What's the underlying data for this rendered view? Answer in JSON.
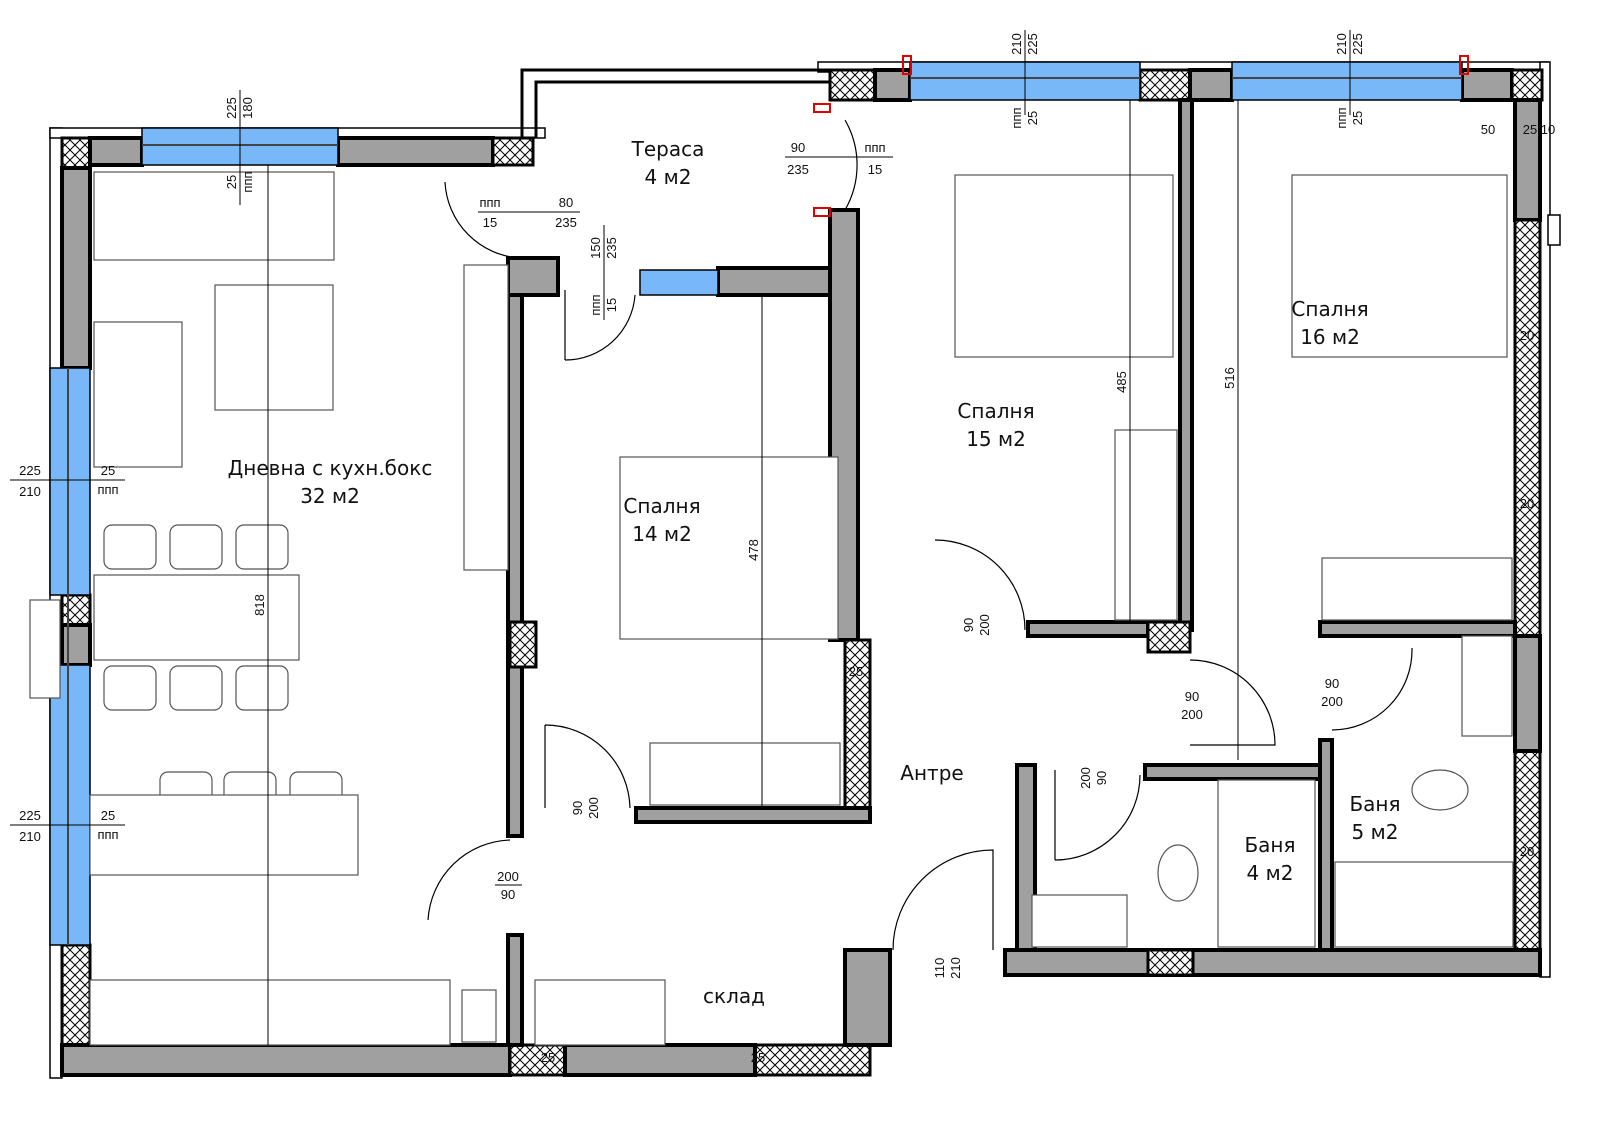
{
  "rooms": [
    {
      "name": "Дневна с кухн.бокс",
      "area": "32 м2"
    },
    {
      "name": "Тераса",
      "area": "4 м2"
    },
    {
      "name": "Спалня",
      "area": "14 м2"
    },
    {
      "name": "Спалня",
      "area": "15 м2"
    },
    {
      "name": "Спалня",
      "area": "16 м2"
    },
    {
      "name": "Антре",
      "area": ""
    },
    {
      "name": "Баня",
      "area": "4 м2"
    },
    {
      "name": "Баня",
      "area": "5 м2"
    },
    {
      "name": "склад",
      "area": ""
    }
  ],
  "dimensions": {
    "living_window": {
      "top": "180",
      "bottom": "225",
      "sill_label": "ппп",
      "sill": "25"
    },
    "terrace_door_left": {
      "a": "ппп",
      "b": "80",
      "c": "15",
      "d": "235"
    },
    "terrace_door_right": {
      "a": "90",
      "b": "ппп",
      "c": "235",
      "d": "15"
    },
    "bedroom14_window": {
      "a": "150",
      "b": "235",
      "c": "ппп",
      "d": "15"
    },
    "bedroom15_window": {
      "a": "210",
      "b": "225",
      "c": "ппп",
      "d": "25"
    },
    "bedroom16_window": {
      "a": "210",
      "b": "225",
      "c": "ппп",
      "d": "25"
    },
    "left_window_1": {
      "a": "225",
      "b": "210",
      "c": "25",
      "d": "ппп"
    },
    "left_window_2": {
      "a": "225",
      "b": "210",
      "c": "25",
      "d": "ппп"
    },
    "living_length": "818",
    "bedroom14_length": "478",
    "bedroom15_length": "485",
    "bedroom16_length": "516",
    "door_bedroom14": {
      "a": "90",
      "b": "200"
    },
    "door_living": {
      "a": "200",
      "b": "90"
    },
    "door_bedroom15": {
      "a": "90",
      "b": "200"
    },
    "door_bath4": {
      "a": "90",
      "b": "200"
    },
    "door_bath4_side": {
      "a": "200",
      "b": "90"
    },
    "door_bath5": {
      "a": "90",
      "b": "200"
    },
    "entrance_door": {
      "a": "110",
      "b": "210"
    },
    "wall_marks": [
      "25",
      "25",
      "25",
      "20",
      "20",
      "20",
      "50",
      "25",
      "10"
    ]
  },
  "colors": {
    "wall": "#a0a0a0",
    "window": "#78b8f8",
    "marker": "#e00000"
  }
}
